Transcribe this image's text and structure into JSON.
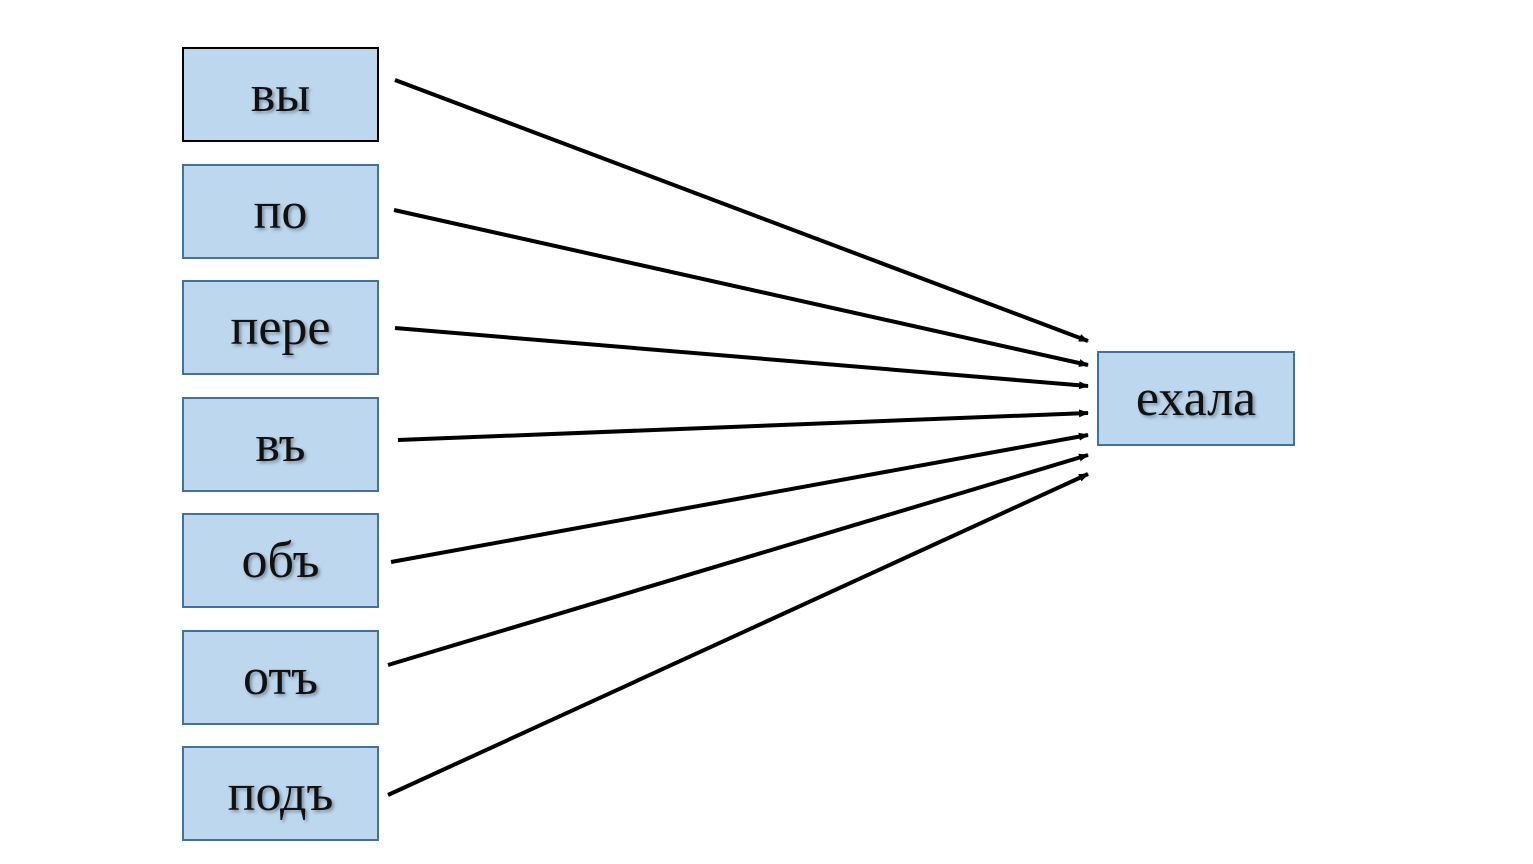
{
  "diagram": {
    "prefixes": [
      {
        "id": "vy",
        "label": "вы",
        "selected": true
      },
      {
        "id": "po",
        "label": "по",
        "selected": false
      },
      {
        "id": "pere",
        "label": "пере",
        "selected": false
      },
      {
        "id": "v",
        "label": "въ",
        "selected": false
      },
      {
        "id": "ob",
        "label": "объ",
        "selected": false
      },
      {
        "id": "ot",
        "label": "отъ",
        "selected": false
      },
      {
        "id": "pod",
        "label": "подъ",
        "selected": false
      }
    ],
    "root": {
      "label": "ехала"
    },
    "colors": {
      "box_fill": "#bdd7ee",
      "box_border": "#41719c",
      "selected_border": "#000000",
      "arrow": "#000000"
    }
  }
}
